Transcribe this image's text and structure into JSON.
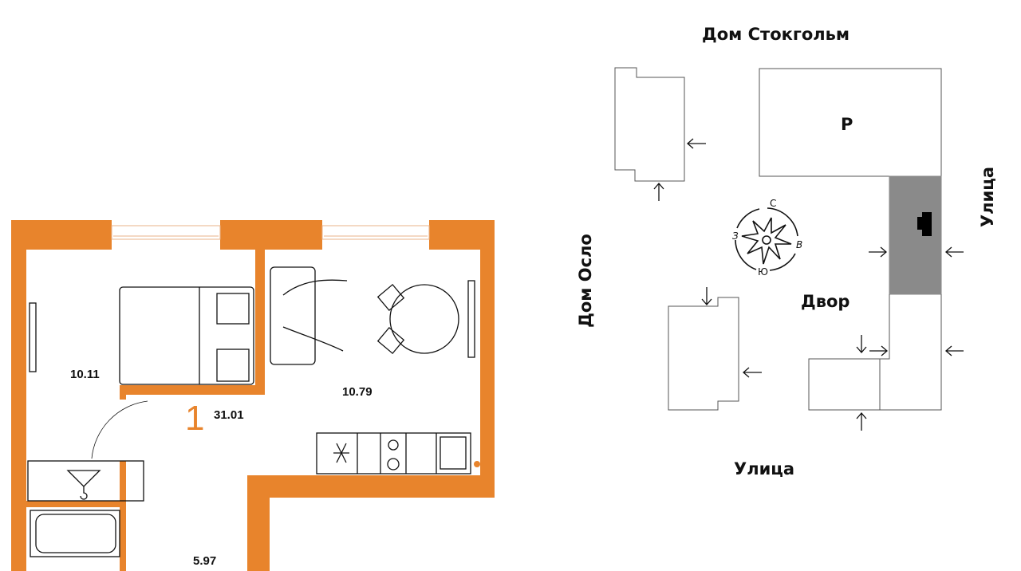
{
  "colors": {
    "wall": "#E8842C",
    "courtyard_building": "#8a8a8a"
  },
  "plan": {
    "rooms_count": "1",
    "total_area": "31.01",
    "bedroom_area": "10.11",
    "living_area": "10.79",
    "bathroom_area": "5.97"
  },
  "site_map": {
    "top_label": "Дом Стокгольм",
    "left_label": "Дом Осло",
    "right_label": "Улица",
    "bottom_label": "Улица",
    "courtyard_label": "Двор",
    "parking_label": "Р",
    "compass": {
      "north": "С",
      "south": "Ю",
      "west": "З",
      "east": "В"
    }
  }
}
